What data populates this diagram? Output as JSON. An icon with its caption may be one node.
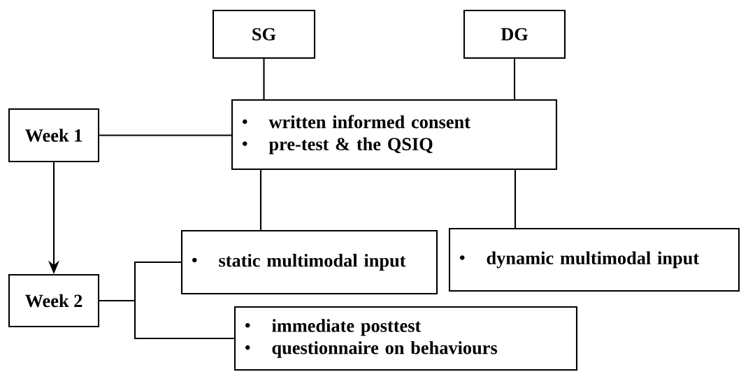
{
  "diagram": {
    "nodes": [
      {
        "text": [
          "SG"
        ]
      },
      {
        "text": [
          "DG"
        ]
      },
      {
        "text": [
          "written informed consent",
          "pre-test & the QSIQ"
        ]
      },
      {
        "text": [
          "Week 1"
        ]
      },
      {
        "text": [
          "static multimodal input"
        ]
      },
      {
        "text": [
          "dynamic multimodal input"
        ]
      },
      {
        "text": [
          "Week 2"
        ]
      },
      {
        "text": [
          "immediate posttest",
          "questionnaire on behaviours"
        ]
      }
    ],
    "edges": [
      {
        "from": 0,
        "to": 2,
        "arrow": "none"
      },
      {
        "from": 1,
        "to": 2,
        "arrow": "none"
      },
      {
        "from": 3,
        "to": 2,
        "arrow": "none"
      },
      {
        "from": 2,
        "to": 4,
        "arrow": "none"
      },
      {
        "from": 2,
        "to": 5,
        "arrow": "none"
      },
      {
        "from": 3,
        "to": 6,
        "arrow": "to"
      },
      {
        "from": 6,
        "to": 4,
        "arrow": "none"
      },
      {
        "from": 6,
        "to": 7,
        "arrow": "none"
      }
    ]
  }
}
